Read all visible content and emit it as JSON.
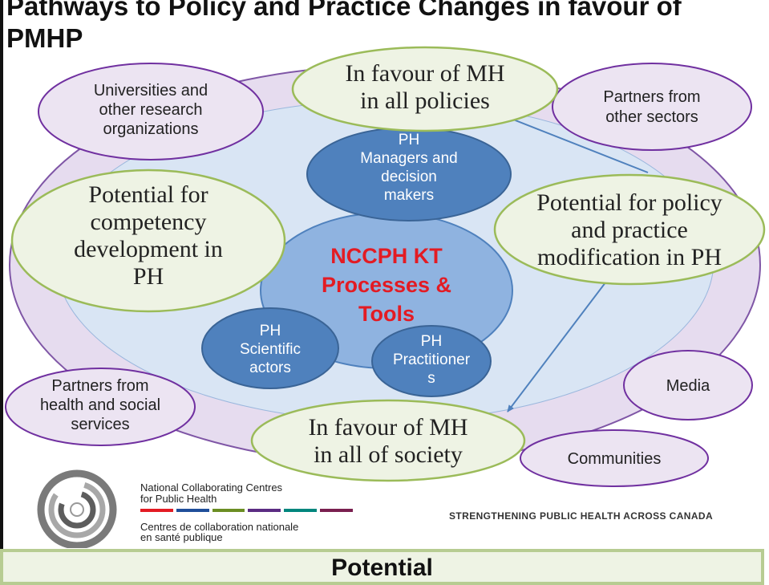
{
  "title": "Pathways to Policy and Practice Changes in favour of\nPMHP",
  "colors": {
    "outer_ring": "#e6dcef",
    "outer_ring_stroke": "#7f56a6",
    "inner_zone": "#d9e5f4",
    "core": "#8fb3e0",
    "node_blue": "#4f81bd",
    "green_bubble": "#eef3e4",
    "green_stroke": "#9bbb59",
    "purple_bubble": "#ece4f2",
    "purple_stroke": "#7030a0",
    "red_text": "#e31b23",
    "arrow": "#4f81bd"
  },
  "core": {
    "text": "NCCPH KT\nProcesses &\nTools"
  },
  "blue_nodes": [
    {
      "id": "managers",
      "text": "PH\nManagers and\ndecision\nmakers"
    },
    {
      "id": "scientific",
      "text": "PH\nScientific\nactors"
    },
    {
      "id": "practitioners",
      "text": "PH\nPractitioner\ns"
    }
  ],
  "green_bubbles": [
    {
      "id": "mh-policies",
      "text": "In favour of MH\nin all policies"
    },
    {
      "id": "competency",
      "text": "Potential for\ncompetency\ndevelopment in\nPH"
    },
    {
      "id": "policy-modification",
      "text": "Potential for policy\nand practice\nmodification in PH"
    },
    {
      "id": "mh-society",
      "text": "In favour of MH\nin all of society"
    }
  ],
  "purple_bubbles": [
    {
      "id": "universities",
      "text": "Universities and\nother research\norganizations"
    },
    {
      "id": "other-sectors",
      "text": "Partners from\nother sectors"
    },
    {
      "id": "health-social",
      "text": "Partners from\nhealth and social\nservices"
    },
    {
      "id": "media",
      "text": "Media"
    },
    {
      "id": "communities",
      "text": "Communities"
    }
  ],
  "footer": {
    "org_en": "National Collaborating Centres\nfor Public Health",
    "org_fr": "Centres de collaboration nationale\nen santé publique",
    "tagline": "STRENGTHENING PUBLIC HEALTH ACROSS CANADA",
    "bar_colors": [
      "#e31b23",
      "#1f4e9a",
      "#6b8e23",
      "#5b2c83",
      "#00867d",
      "#7a1f4f"
    ]
  },
  "bottom_box": {
    "text": "Potential"
  }
}
